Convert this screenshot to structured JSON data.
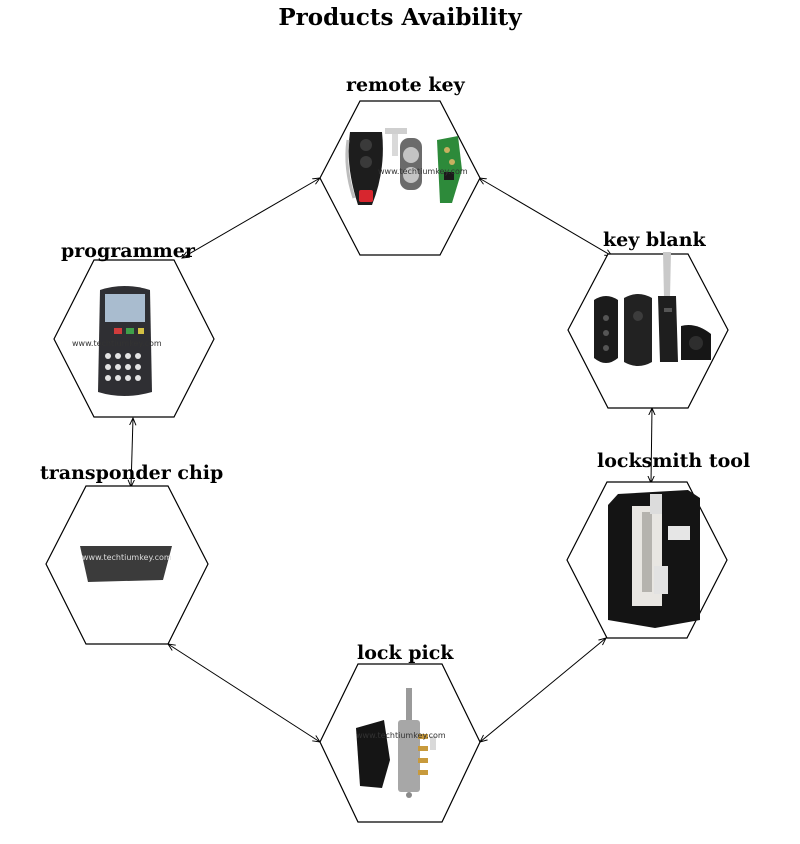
{
  "title": "Products Avaibility",
  "nodes": [
    {
      "id": "remote-key",
      "label": "remote key",
      "watermark": "www.techtiumkey.com"
    },
    {
      "id": "key-blank",
      "label": "key blank",
      "watermark": ""
    },
    {
      "id": "locksmith-tool",
      "label": "locksmith tool",
      "watermark": ""
    },
    {
      "id": "lock-pick",
      "label": "lock pick",
      "watermark": "www.techtiumkey.com"
    },
    {
      "id": "transponder-chip",
      "label": "transponder chip",
      "watermark": "www.techtiumkey.com"
    },
    {
      "id": "programmer",
      "label": "programmer",
      "watermark": "www.techtiumkey.com"
    }
  ],
  "connections": [
    {
      "from": "programmer",
      "to": "remote-key"
    },
    {
      "from": "remote-key",
      "to": "key-blank"
    },
    {
      "from": "key-blank",
      "to": "locksmith-tool"
    },
    {
      "from": "locksmith-tool",
      "to": "lock-pick"
    },
    {
      "from": "lock-pick",
      "to": "transponder-chip"
    },
    {
      "from": "transponder-chip",
      "to": "programmer"
    }
  ]
}
